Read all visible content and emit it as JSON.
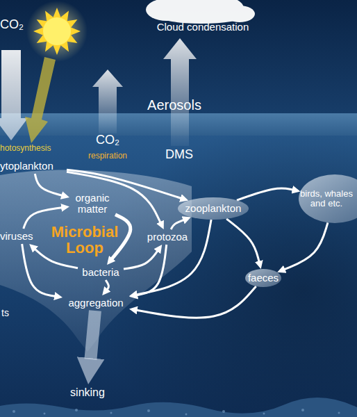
{
  "diagram": {
    "nodes": [
      {
        "text": [
          "ytoplankton"
        ]
      },
      {
        "text": [
          "organic matter"
        ]
      },
      {
        "text": [
          "viruses"
        ]
      },
      {
        "text": [
          "protozoa"
        ]
      },
      {
        "text": [
          "bacteria"
        ]
      },
      {
        "text": [
          "aggregation"
        ]
      },
      {
        "text": [
          "zooplankton"
        ]
      },
      {
        "text": [
          "birds, whales and etc."
        ]
      },
      {
        "text": [
          "faeces"
        ]
      },
      {
        "text": [
          "sinking"
        ]
      }
    ],
    "edges": [
      {
        "from": 0,
        "to": 1,
        "arrow": "to"
      },
      {
        "from": 0,
        "to": 6,
        "arrow": "to"
      },
      {
        "from": 0,
        "to": 3,
        "arrow": "to"
      },
      {
        "from": 1,
        "to": 4,
        "arrow": "to"
      },
      {
        "from": 4,
        "to": 2,
        "arrow": "to"
      },
      {
        "from": 2,
        "to": 1,
        "arrow": "to"
      },
      {
        "from": 4,
        "to": 3,
        "arrow": "to"
      },
      {
        "from": 3,
        "to": 6,
        "arrow": "to"
      },
      {
        "from": 4,
        "to": 5,
        "arrow": "to"
      },
      {
        "from": 2,
        "to": 5,
        "arrow": "to"
      },
      {
        "from": 3,
        "to": 5,
        "arrow": "to"
      },
      {
        "from": 6,
        "to": 5,
        "arrow": "to"
      },
      {
        "from": 6,
        "to": 8,
        "arrow": "to"
      },
      {
        "from": 6,
        "to": 7,
        "arrow": "to"
      },
      {
        "from": 7,
        "to": 8,
        "arrow": "to"
      },
      {
        "from": 8,
        "to": 5,
        "arrow": "to"
      },
      {
        "from": 5,
        "to": 9,
        "arrow": "to"
      }
    ],
    "labels": [
      "CO₂",
      "Cloud condensation",
      "Aerosols",
      "CO₂",
      "respiration",
      "DMS",
      "hotosynthesis",
      "Microbial Loop",
      "ts"
    ]
  }
}
